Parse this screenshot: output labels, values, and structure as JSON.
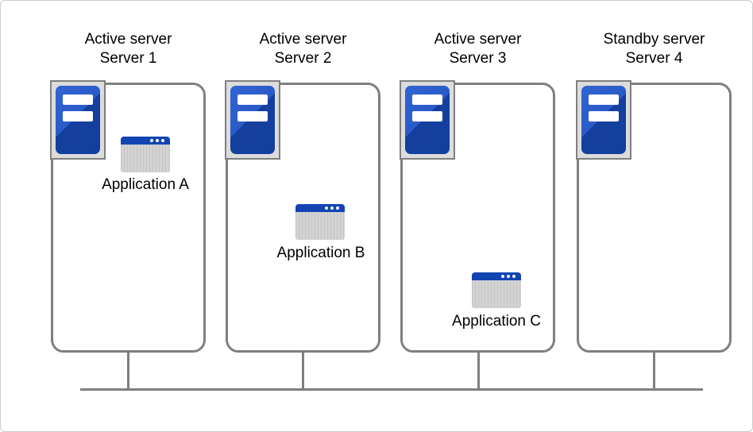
{
  "diagram": {
    "description": "Server cluster diagram with three active servers running applications and one standby server, all connected to a shared network line",
    "servers": [
      {
        "role": "Active server",
        "name": "Server 1",
        "application": "Application A"
      },
      {
        "role": "Active server",
        "name": "Server 2",
        "application": "Application B"
      },
      {
        "role": "Active server",
        "name": "Server 3",
        "application": "Application C"
      },
      {
        "role": "Standby server",
        "name": "Server 4",
        "application": null
      }
    ],
    "icons": {
      "server": "server-tower-icon",
      "application": "app-window-icon"
    },
    "colors": {
      "box_border": "#7f7f7f",
      "network_line": "#7f7f7f",
      "server_tower_blue_light": "#3164d2",
      "server_tower_blue_dark": "#123f9e",
      "server_icon_background": "#dcdcdc",
      "app_titlebar_blue": "#1245b2",
      "app_body_gray": "#cfcfcf",
      "text": "#000000"
    }
  }
}
